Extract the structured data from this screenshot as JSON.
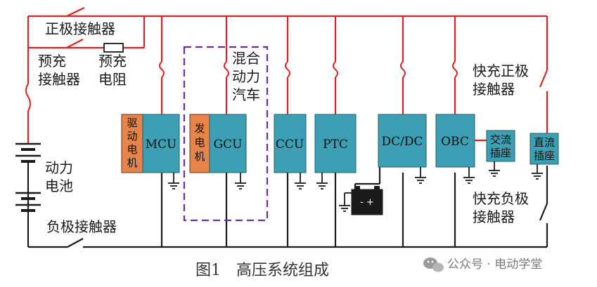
{
  "labels": {
    "pos_contactor": "正极接触器",
    "precharge_contactor": [
      "预充",
      "接触器"
    ],
    "precharge_resistor": [
      "预充",
      "电阻"
    ],
    "hybrid_vehicle": [
      "混合",
      "动力",
      "汽车"
    ],
    "battery": [
      "动力",
      "电池"
    ],
    "neg_contactor": "负极接触器",
    "fast_pos_contactor": [
      "快充正极",
      "接触器"
    ],
    "fast_neg_contactor": [
      "快充负极",
      "接触器"
    ]
  },
  "modules": {
    "motor_driver": [
      "驱",
      "动",
      "电",
      "机"
    ],
    "mcu": "MCU",
    "generator": [
      "发",
      "电",
      "机"
    ],
    "gcu": "GCU",
    "ccu": "CCU",
    "ptc": "PTC",
    "dcdc": "DC/DC",
    "obc": "OBC",
    "ac_socket": [
      "交流",
      "插座"
    ],
    "dc_socket": [
      "直流",
      "插座"
    ]
  },
  "battery_12v_signs": "- +",
  "caption": "图1　高压系统组成",
  "watermark": "公众号 · 电动学堂",
  "colors": {
    "wire_red": "#e02020",
    "wire_black": "#1a1a1a",
    "module_blue": "#3c9fb3",
    "module_orange": "#e8834a",
    "dashed_purple": "#6a2ca0"
  }
}
